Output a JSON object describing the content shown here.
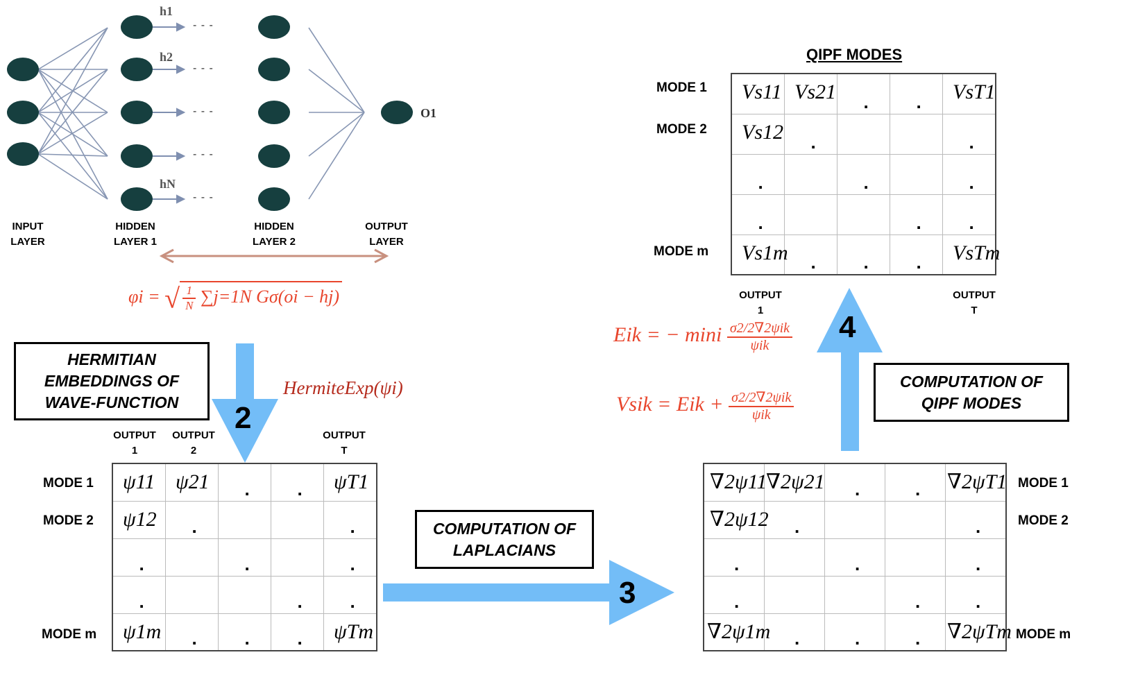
{
  "network": {
    "h_labels": [
      "h1",
      "h2",
      "hN"
    ],
    "output_node_label": "O1",
    "ellipsis": "- - -",
    "layers": [
      {
        "line1": "INPUT",
        "line2": "LAYER"
      },
      {
        "line1": "HIDDEN",
        "line2": "LAYER 1"
      },
      {
        "line1": "HIDDEN",
        "line2": "LAYER 2"
      },
      {
        "line1": "OUTPUT",
        "line2": "LAYER"
      }
    ]
  },
  "phi_formula": {
    "lhs": "φi =",
    "frac_num": "1",
    "frac_den": "N",
    "sum_expr": "∑j=1N Gσ(oi − hj)"
  },
  "steps": {
    "hermitian_box": {
      "line1": "HERMITIAN",
      "line2": "EMBEDDINGS  OF",
      "line3": "WAVE-FUNCTION"
    },
    "hermite_formula": "HermiteExp(ψi)",
    "step2": "2",
    "laplacian_box": {
      "line1": "COMPUTATION  OF",
      "line2": "LAPLACIANS"
    },
    "step3": "3",
    "qipf_box": {
      "line1": "COMPUTATION  OF",
      "line2": "QIPF  MODES"
    },
    "step4": "4",
    "qipf_title": "QIPF  MODES"
  },
  "energy_formula": {
    "lhs": "Eik = − mini",
    "num": "σ2/2∇2ψik",
    "den": "ψik"
  },
  "v_formula": {
    "lhs": "Vsik = Eik +",
    "num": "σ2/2∇2ψik",
    "den": "ψik"
  },
  "psi_matrix": {
    "col_headers": [
      {
        "line1": "OUTPUT",
        "line2": "1"
      },
      {
        "line1": "OUTPUT",
        "line2": "2"
      },
      {
        "line1": "OUTPUT",
        "line2": "T"
      }
    ],
    "row_labels": [
      "MODE  1",
      "MODE  2",
      "MODE  m"
    ],
    "cells": {
      "r0c0": "ψ11",
      "r0c1": "ψ21",
      "r0c4": "ψT1",
      "r1c0": "ψ12",
      "r4c0": "ψ1m",
      "r4c4": "ψTm"
    },
    "dot": "."
  },
  "lap_matrix": {
    "row_labels": [
      "MODE  1",
      "MODE  2",
      "MODE  m"
    ],
    "cells": {
      "r0c0": "∇2ψ11",
      "r0c1": "∇2ψ21",
      "r0c4": "∇2ψT1",
      "r1c0": "∇2ψ12",
      "r4c0": "∇2ψ1m",
      "r4c4": "∇2ψTm"
    }
  },
  "v_matrix": {
    "row_labels": [
      "MODE  1",
      "MODE  2",
      "MODE  m"
    ],
    "col_headers": [
      {
        "line1": "OUTPUT",
        "line2": "1"
      },
      {
        "line1": "OUTPUT",
        "line2": "T"
      }
    ],
    "cells": {
      "r0c0": "Vs11",
      "r0c1": "Vs21",
      "r0c4": "VsT1",
      "r1c0": "Vs12",
      "r4c0": "Vs1m",
      "r4c4": "VsTm"
    }
  },
  "colors": {
    "node": "#163f3f",
    "edge": "#8796b3",
    "arrow_blue": "#73bdf7",
    "range_arrow": "#c8907f",
    "formula_red": "#e8452c"
  }
}
